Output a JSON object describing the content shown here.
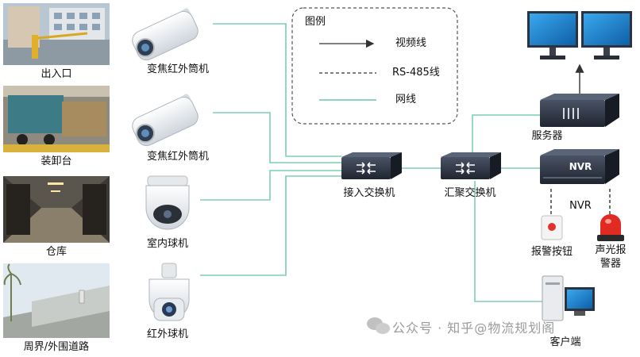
{
  "left_column": {
    "items": [
      {
        "label": "出入口",
        "photo_caption": "entrance"
      },
      {
        "label": "装卸台",
        "photo_caption": "loading-dock"
      },
      {
        "label": "仓库",
        "photo_caption": "warehouse"
      },
      {
        "label": "周界/外围道路",
        "photo_caption": "perimeter"
      }
    ]
  },
  "cameras": [
    {
      "label": "变焦红外筒机"
    },
    {
      "label": "变焦红外筒机"
    },
    {
      "label": "室内球机"
    },
    {
      "label": "红外球机"
    }
  ],
  "legend": {
    "title": "图例",
    "items": [
      {
        "label": "视频线",
        "style": "arrow"
      },
      {
        "label": "RS-485线",
        "style": "dashed"
      },
      {
        "label": "网线",
        "style": "green"
      }
    ]
  },
  "devices": {
    "access_switch": "接入交换机",
    "core_switch": "汇聚交换机",
    "server": "服务器",
    "nvr": "NVR",
    "nvr_face": "NVR",
    "alarm_button": "报警按钮",
    "alarm_sounder_line1": "声光报",
    "alarm_sounder_line2": "警器",
    "client": "客户端"
  },
  "watermark": {
    "text": "公众号 · 知乎@物流规划阁"
  },
  "colors": {
    "network_line": "#7fcfb4",
    "device_dark": "#2b3240",
    "monitor_blue": "#1f86d1"
  }
}
